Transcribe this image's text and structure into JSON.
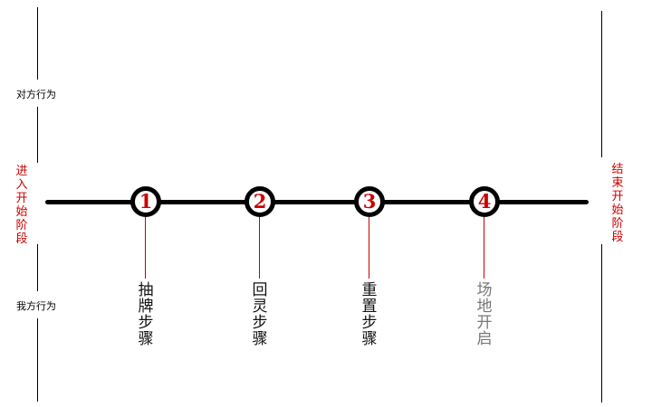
{
  "left": {
    "upper_label": "对方行为",
    "phase_label": "进入开始阶段",
    "lower_label": "我方行为"
  },
  "right": {
    "phase_label": "结束开始阶段"
  },
  "steps": [
    {
      "number": "1",
      "label": "抽牌步骤",
      "label_color": "#111111"
    },
    {
      "number": "2",
      "label": "回灵步骤",
      "label_color": "#111111"
    },
    {
      "number": "3",
      "label": "重置步骤",
      "label_color": "#111111"
    },
    {
      "number": "4",
      "label": "场地开启",
      "label_color": "#777777"
    }
  ],
  "colors": {
    "accent": "#cc0000",
    "line": "#000000",
    "muted_text": "#777777"
  }
}
